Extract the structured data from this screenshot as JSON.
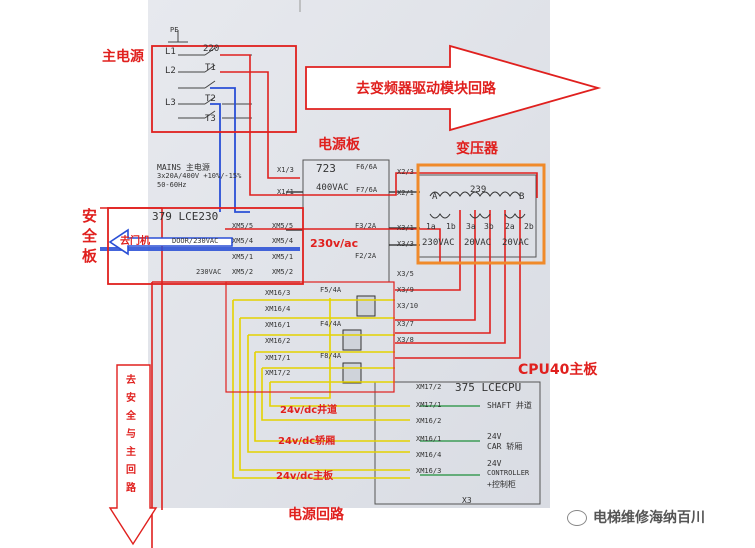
{
  "annotations": {
    "main_power": "主电源",
    "to_inverter": "去变频器驱动模块回路",
    "power_board": "电源板",
    "transformer": "变压器",
    "safety_board": "安全板",
    "to_door": "去门机",
    "v230ac": "230v/ac",
    "cpu_board": "CPU40主板",
    "dc_shaft": "24v/dc井道",
    "dc_car": "24v/dc轿厢",
    "dc_controller": "24v/dc主板",
    "power_loop": "电源回路",
    "safety_loop": "去安全与主回路"
  },
  "schematic": {
    "pe": "PE",
    "l1": "L1",
    "l2": "L2",
    "l3": "L3",
    "v220": "220",
    "t1": "T1",
    "t2": "T2",
    "t3": "T3",
    "mains": "MAINS 主电源",
    "mains_spec": "3x20A/400V +10%/-15%",
    "mains_hz": "50-60Hz",
    "board_723": "723",
    "v400vac": "400VAC",
    "fuses": [
      "F6/6A",
      "F7/6A",
      "F3/2A",
      "F2/2A",
      "F5/4A",
      "F4/4A",
      "F8/4A"
    ],
    "x1_terms": [
      "X1/3",
      "X1/1"
    ],
    "x2_terms": [
      "X2/3",
      "X2/1"
    ],
    "x3_terms": [
      "X3/1",
      "X3/3",
      "X3/5",
      "X3/9",
      "X3/10",
      "X3/7",
      "X3/8"
    ],
    "lce230": "379 LCE230",
    "door230": "DOOR/230VAC",
    "v230vac": "230VAC",
    "xm5_left": [
      "XM5/5",
      "XM5/4",
      "XM5/1",
      "XM5/2"
    ],
    "xm5_right": [
      "XM5/5",
      "XM5/4",
      "XM5/1",
      "XM5/2"
    ],
    "xm16_left": [
      "XM16/3",
      "XM16/4",
      "XM16/1",
      "XM16/2",
      "XM17/1",
      "XM17/2"
    ],
    "tf_239": "239",
    "tf_a": "A",
    "tf_b": "B",
    "tf_taps": [
      "1a",
      "1b",
      "3a",
      "3b",
      "2a",
      "2b"
    ],
    "tf_230": "230VAC",
    "tf_20a": "20VAC",
    "tf_20b": "20VAC",
    "lcecpu": "375 LCECPU",
    "cpu_terms": [
      "XM17/2",
      "XM17/1",
      "XM16/2",
      "XM16/1",
      "XM16/4",
      "XM16/3"
    ],
    "shaft": "SHAFT 井道",
    "v24_car": "24V",
    "car": "CAR 轿厢",
    "v24_ctl": "24V",
    "controller": "CONTROLLER",
    "ctl_cn": "+控制柜",
    "x3_bottom": "X3"
  },
  "watermark": "电梯维修海纳百川"
}
